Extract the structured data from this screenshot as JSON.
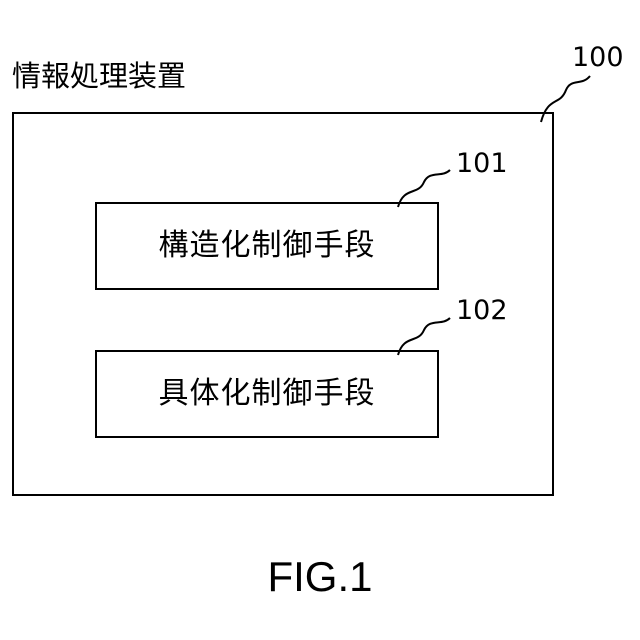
{
  "diagram": {
    "device": {
      "title": "情報処理装置",
      "ref": "100"
    },
    "blocks": [
      {
        "label": "構造化制御手段",
        "ref": "101"
      },
      {
        "label": "具体化制御手段",
        "ref": "102"
      }
    ],
    "caption": "FIG.1"
  }
}
